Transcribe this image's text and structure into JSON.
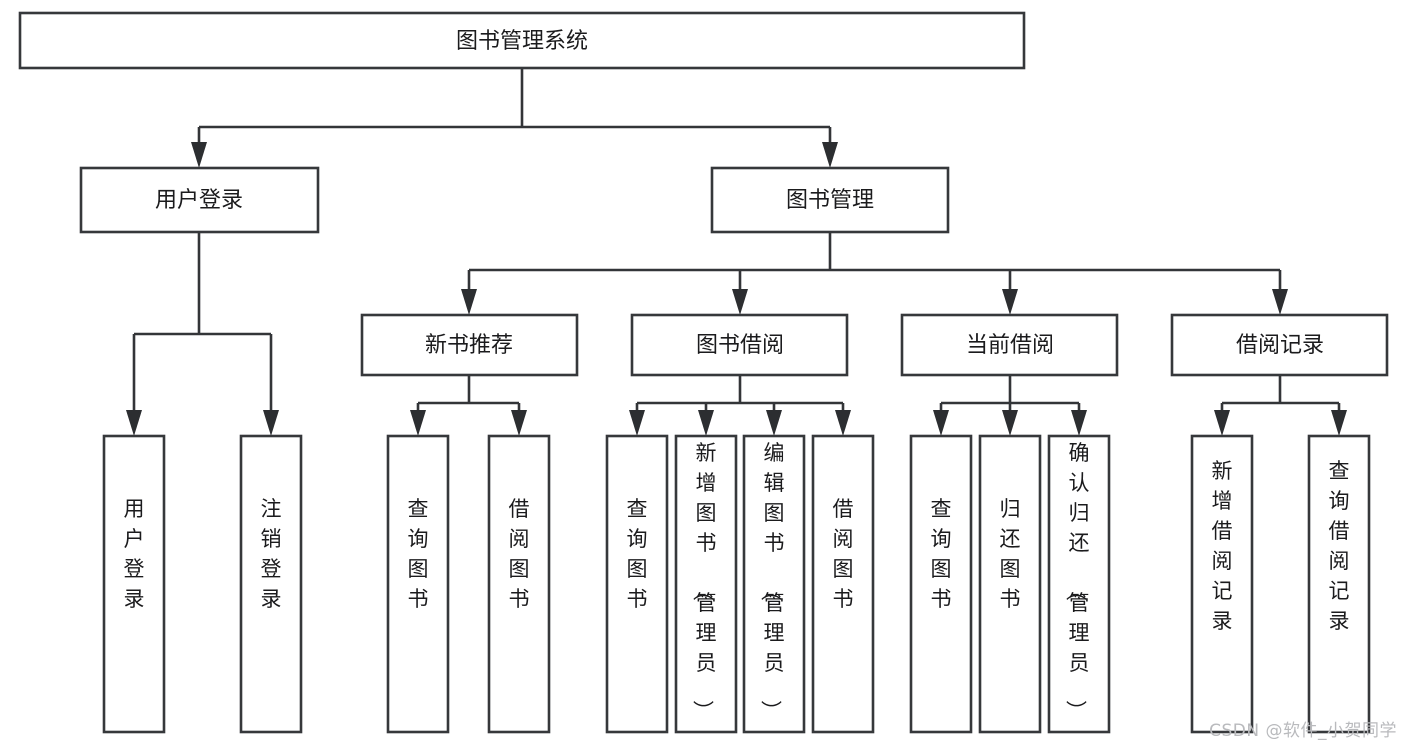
{
  "diagram": {
    "title": "图书管理系统",
    "type": "tree-hierarchy",
    "colors": {
      "box_stroke": "#36383b",
      "box_fill": "#ffffff",
      "connector": "#333538",
      "text": "#1b1b1d",
      "watermark": "#b9babd",
      "background": "#ffffff"
    },
    "root": {
      "id": "root",
      "label": "图书管理系统",
      "orientation": "horizontal"
    },
    "level2": [
      {
        "id": "user-login",
        "label": "用户登录",
        "orientation": "horizontal"
      },
      {
        "id": "book-management",
        "label": "图书管理",
        "orientation": "horizontal"
      }
    ],
    "level3": [
      {
        "id": "new-book-recommend",
        "label": "新书推荐",
        "orientation": "horizontal",
        "parent": "book-management"
      },
      {
        "id": "book-borrow",
        "label": "图书借阅",
        "orientation": "horizontal",
        "parent": "book-management"
      },
      {
        "id": "current-borrow",
        "label": "当前借阅",
        "orientation": "horizontal",
        "parent": "book-management"
      },
      {
        "id": "borrow-record",
        "label": "借阅记录",
        "orientation": "horizontal",
        "parent": "book-management"
      }
    ],
    "leaves": [
      {
        "id": "leaf-user-login",
        "label": "用户登录",
        "orientation": "vertical",
        "parent": "user-login"
      },
      {
        "id": "leaf-user-logout",
        "label": "注销登录",
        "orientation": "vertical",
        "parent": "user-login"
      },
      {
        "id": "leaf-query-book-rec",
        "label": "查询图书",
        "orientation": "vertical",
        "parent": "new-book-recommend"
      },
      {
        "id": "leaf-borrow-book-rec",
        "label": "借阅图书",
        "orientation": "vertical",
        "parent": "new-book-recommend"
      },
      {
        "id": "leaf-query-book-borrow",
        "label": "查询图书",
        "orientation": "vertical",
        "parent": "book-borrow"
      },
      {
        "id": "leaf-add-book-admin",
        "label": "新增图书（管理员）",
        "orientation": "vertical",
        "parent": "book-borrow"
      },
      {
        "id": "leaf-edit-book-admin",
        "label": "编辑图书（管理员）",
        "orientation": "vertical",
        "parent": "book-borrow"
      },
      {
        "id": "leaf-borrow-book",
        "label": "借阅图书",
        "orientation": "vertical",
        "parent": "book-borrow"
      },
      {
        "id": "leaf-query-book-current",
        "label": "查询图书",
        "orientation": "vertical",
        "parent": "current-borrow"
      },
      {
        "id": "leaf-return-book",
        "label": "归还图书",
        "orientation": "vertical",
        "parent": "current-borrow"
      },
      {
        "id": "leaf-confirm-return-admin",
        "label": "确认归还（管理员）",
        "orientation": "vertical",
        "parent": "current-borrow"
      },
      {
        "id": "leaf-add-borrow-record",
        "label": "新增借阅记录",
        "orientation": "vertical",
        "parent": "borrow-record"
      },
      {
        "id": "leaf-query-borrow-record",
        "label": "查询借阅记录",
        "orientation": "vertical",
        "parent": "borrow-record"
      }
    ]
  },
  "watermark": {
    "text": "CSDN @软件_小贺同学"
  }
}
